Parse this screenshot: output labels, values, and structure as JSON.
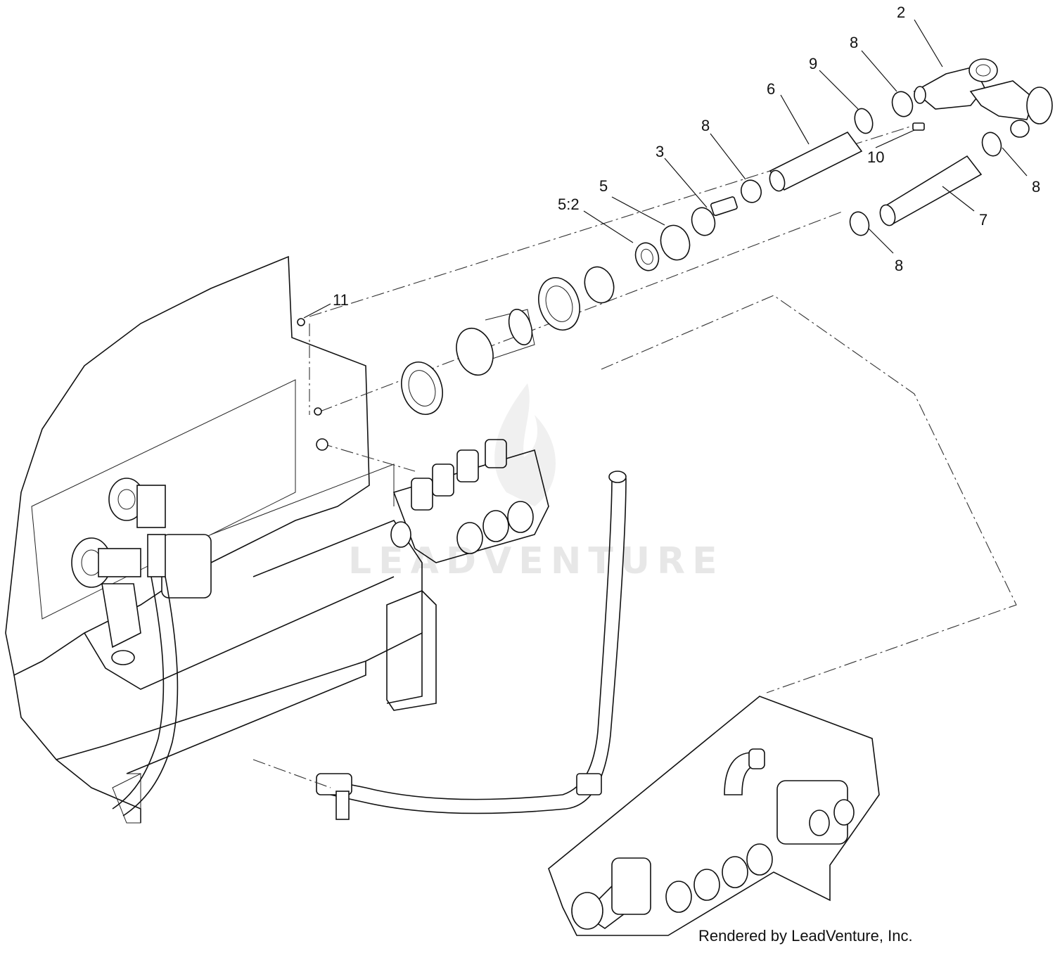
{
  "callouts": [
    {
      "id": "c2",
      "label": "2"
    },
    {
      "id": "c8a",
      "label": "8"
    },
    {
      "id": "c9",
      "label": "9"
    },
    {
      "id": "c6",
      "label": "6"
    },
    {
      "id": "c8b",
      "label": "8"
    },
    {
      "id": "c3",
      "label": "3"
    },
    {
      "id": "c5",
      "label": "5"
    },
    {
      "id": "c52",
      "label": "5:2"
    },
    {
      "id": "c10",
      "label": "10"
    },
    {
      "id": "c8c",
      "label": "8"
    },
    {
      "id": "c7",
      "label": "7"
    },
    {
      "id": "c8d",
      "label": "8"
    },
    {
      "id": "c11",
      "label": "11"
    }
  ],
  "watermark": "LEADVENTURE",
  "credit": "Rendered by LeadVenture, Inc."
}
